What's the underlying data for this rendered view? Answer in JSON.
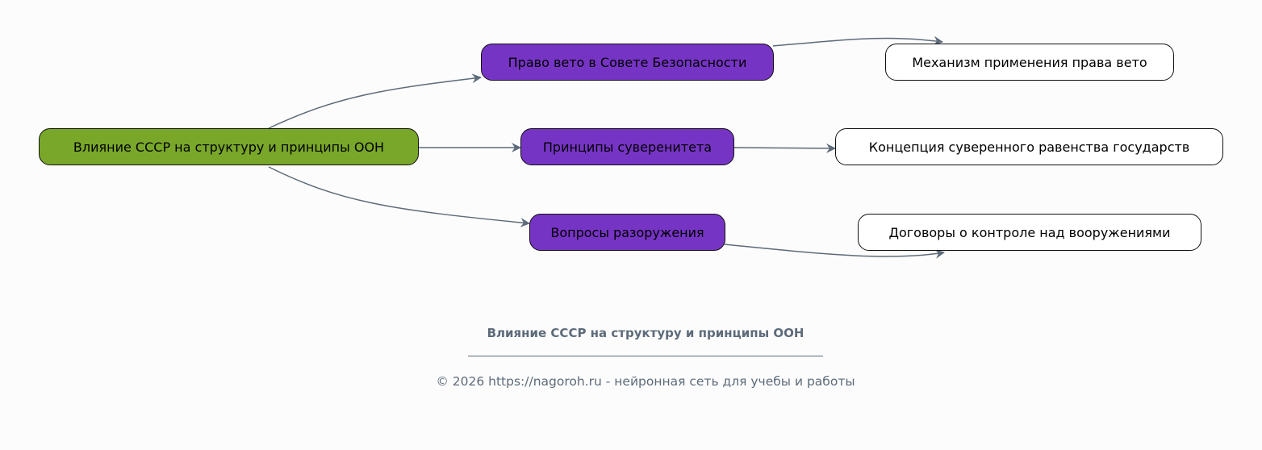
{
  "diagram": {
    "root": {
      "label": "Влияние СССР на структуру и принципы ООН"
    },
    "branches": [
      {
        "label": "Право вето в Совете Безопасности",
        "child": "Механизм применения права вето"
      },
      {
        "label": "Принципы суверенитета",
        "child": "Концепция суверенного равенства государств"
      },
      {
        "label": "Вопросы разоружения",
        "child": "Договоры о контроле над вооружениями"
      }
    ],
    "colors": {
      "root": "#79a72a",
      "branch": "#7634c4",
      "leaf": "#ffffff",
      "edge": "#5d6b7a"
    }
  },
  "footer": {
    "title": "Влияние СССР на структуру и принципы ООН",
    "copyright": "© 2026 https://nagoroh.ru - нейронная сеть для учебы и работы"
  }
}
